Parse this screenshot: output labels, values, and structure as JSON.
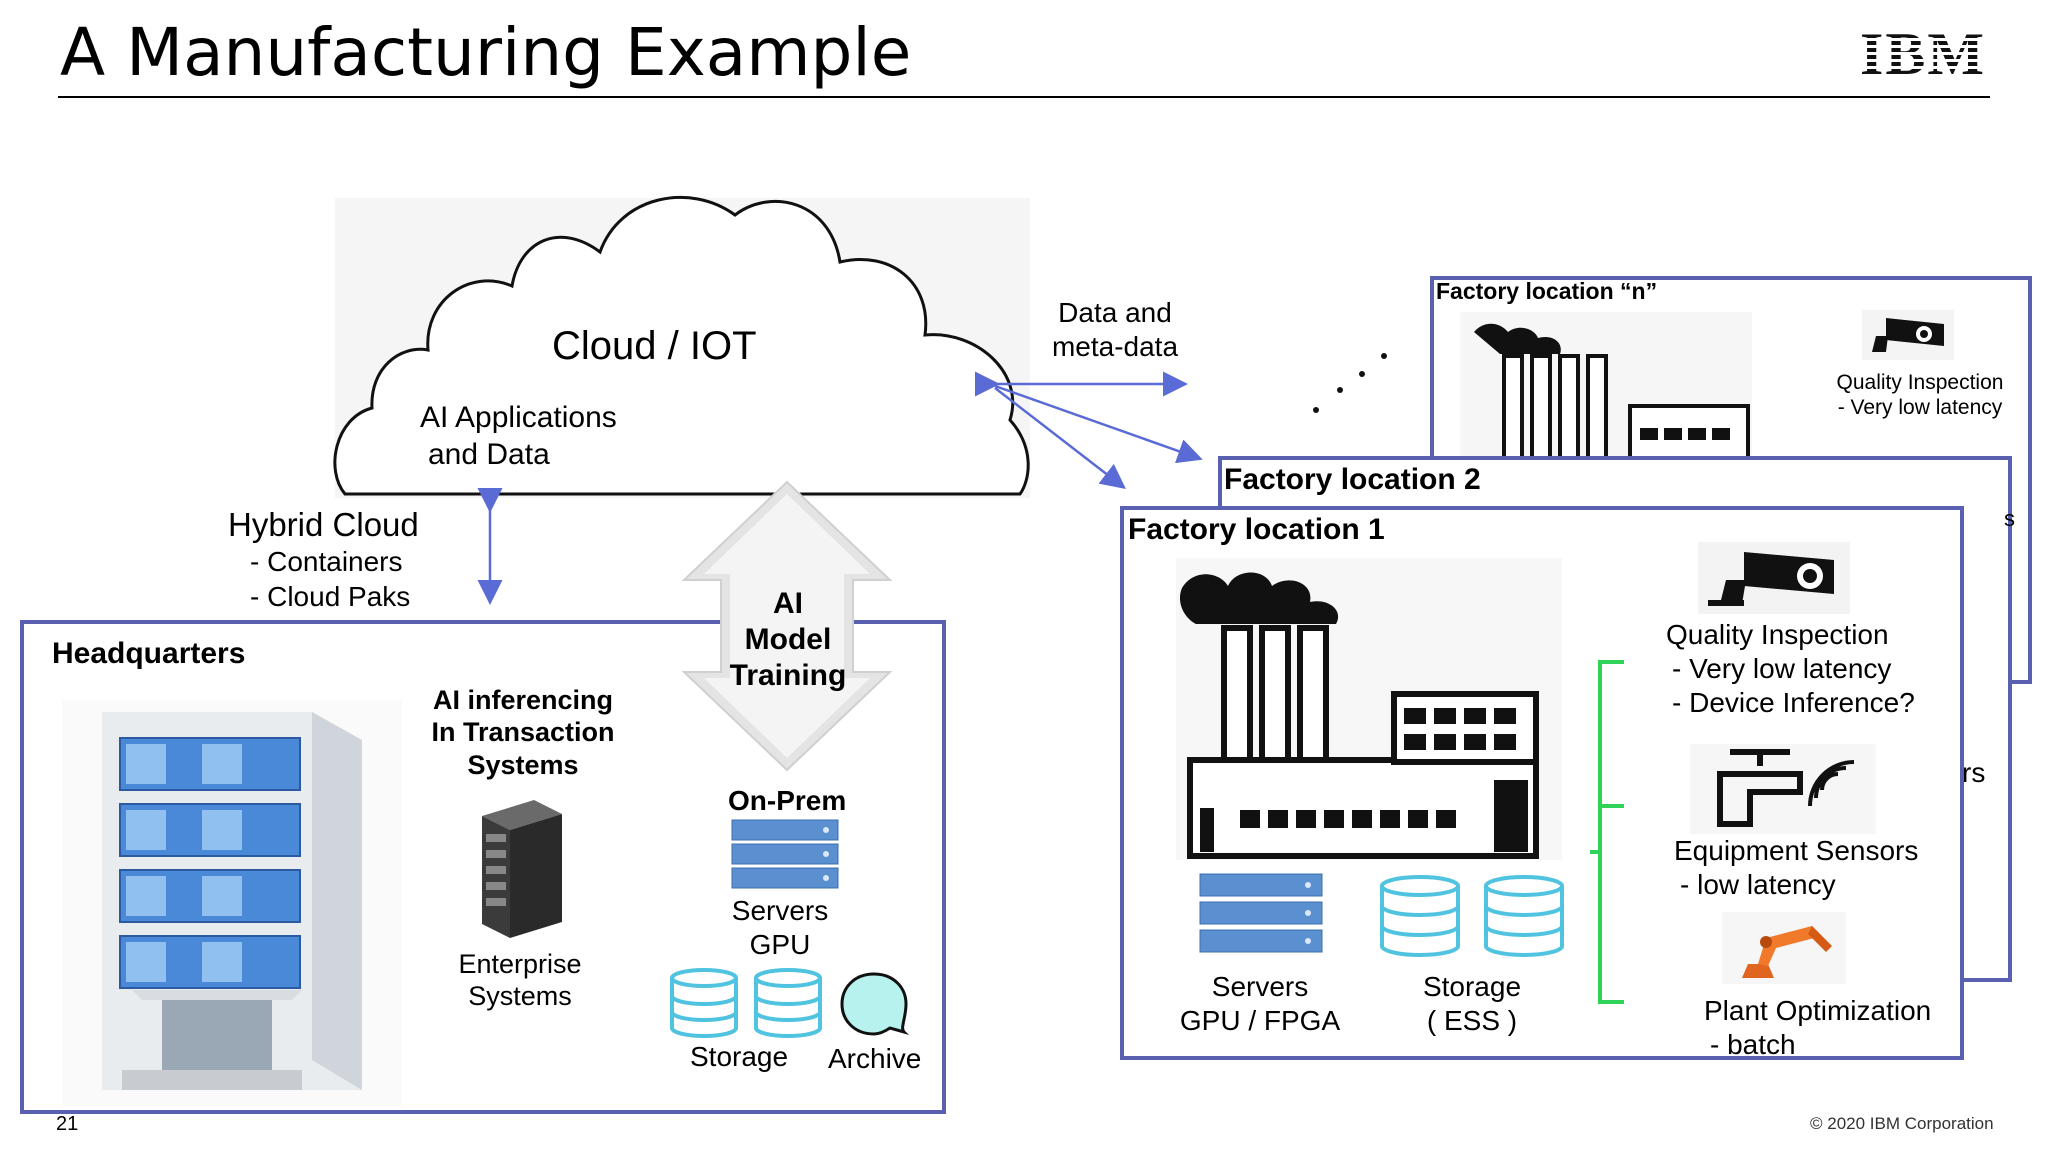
{
  "slide": {
    "title": "A Manufacturing Example",
    "logo_text": "IBM",
    "page_number": "21",
    "copyright": "© 2020 IBM Corporation"
  },
  "cloud": {
    "title": "Cloud / IOT",
    "line1": "AI Applications",
    "line2": "and Data"
  },
  "data_link": {
    "line1": "Data and",
    "line2": "meta-data"
  },
  "hybrid_cloud": {
    "title": "Hybrid Cloud",
    "item1": "- Containers",
    "item2": "- Cloud Paks"
  },
  "training": {
    "line1": "AI",
    "line2": "Model",
    "line3": "Training"
  },
  "headquarters": {
    "title": "Headquarters",
    "ai_inferencing": {
      "line1": "AI inferencing",
      "line2": "In Transaction",
      "line3": "Systems"
    },
    "enterprise": {
      "line1": "Enterprise",
      "line2": "Systems"
    },
    "on_prem": "On-Prem",
    "servers": {
      "line1": "Servers",
      "line2": "GPU"
    },
    "storage": "Storage",
    "archive": "Archive"
  },
  "factory_n": {
    "title": "Factory location “n”",
    "quality": {
      "line1": "Quality Inspection",
      "line2": "- Very low latency"
    },
    "fragment_s": "s",
    "fragment_rs": "rs"
  },
  "factory_2": {
    "title": "Factory location 2"
  },
  "factory_1": {
    "title": "Factory location 1",
    "quality": {
      "line1": "Quality Inspection",
      "line2": "- Very low latency",
      "line3": "- Device Inference?"
    },
    "sensors": {
      "line1": "Equipment Sensors",
      "line2": "- low latency"
    },
    "plant": {
      "line1": "Plant Optimization",
      "line2": "- batch"
    },
    "servers": {
      "line1": "Servers",
      "line2": "GPU / FPGA"
    },
    "storage": {
      "line1": "Storage",
      "line2": "( ESS )"
    }
  },
  "colors": {
    "box_border": "#5a60b0",
    "arrow": "#5b6bd6",
    "bracket": "#2fd35a",
    "server_blue": "#5a8fd0",
    "storage_cyan": "#4fc3e0",
    "archive_fill": "#b8f2ee"
  }
}
